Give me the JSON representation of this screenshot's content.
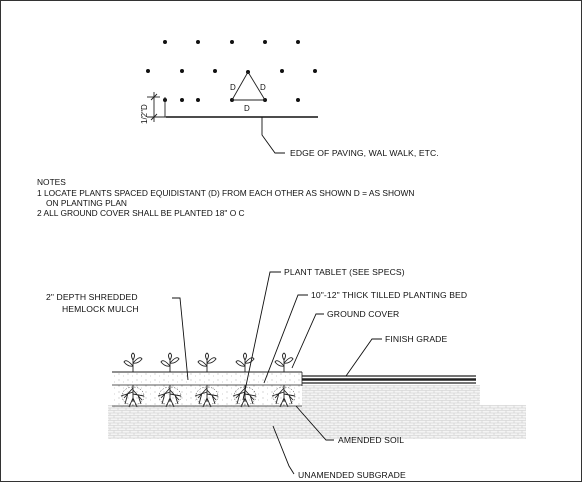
{
  "spacing_plan": {
    "label_d": "D",
    "label_half_d": "1/2\"D",
    "edge_callout": "EDGE OF PAVING, WAL WALK, ETC."
  },
  "notes": {
    "heading": "NOTES",
    "items": [
      "1  LOCATE PLANTS SPACED EQUIDISTANT (D) FROM EACH OTHER AS SHOWN  D = AS SHOWN",
      "ON PLANTING PLAN",
      "2  ALL GROUND COVER SHALL BE PLANTED 18\" O C"
    ]
  },
  "section": {
    "callouts": {
      "plant_tablet": "PLANT TABLET (SEE SPECS)",
      "tilled_bed": "10\"-12\" THICK TILLED PLANTING BED",
      "ground_cover": "GROUND COVER",
      "finish_grade": "FINISH GRADE",
      "mulch_line1": "2\" DEPTH SHREDDED",
      "mulch_line2": "HEMLOCK MULCH",
      "amended_soil": "AMENDED SOIL",
      "subgrade": "UNAMENDED SUBGRADE"
    }
  }
}
